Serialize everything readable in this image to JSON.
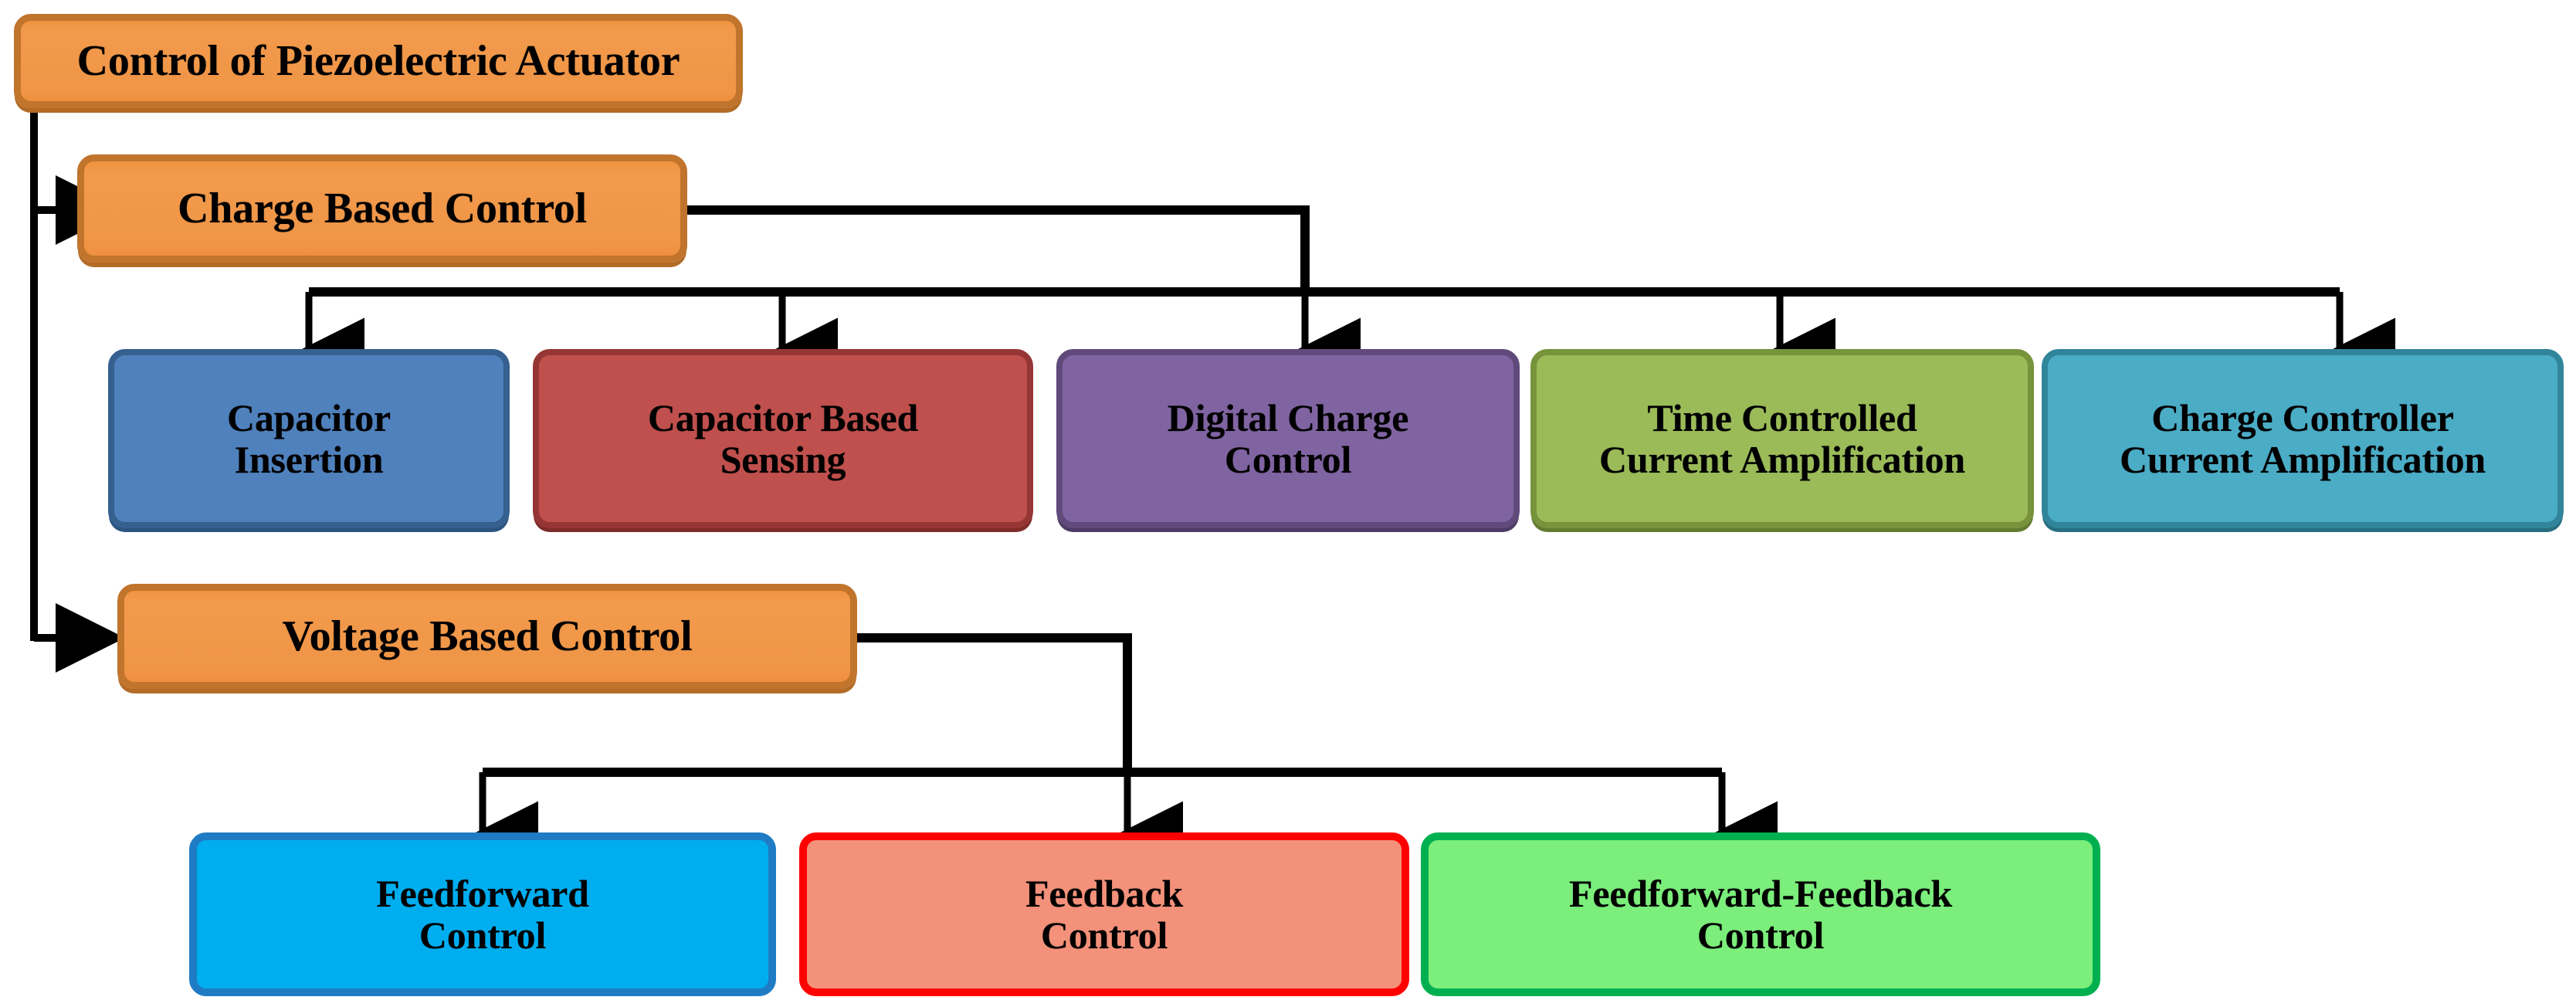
{
  "diagram": {
    "title": "Control of Piezoelectric Actuator",
    "type": "tree-flowchart",
    "root": {
      "id": "root",
      "label": "Control of Piezoelectric Actuator",
      "fill": "#F0954A",
      "border": "#C1742C"
    },
    "branches": [
      {
        "id": "charge",
        "label": "Charge Based Control",
        "fill": "#F0954A",
        "border": "#C1742C"
      },
      {
        "id": "voltage",
        "label": "Voltage Based Control",
        "fill": "#F0954A",
        "border": "#C1742C"
      }
    ],
    "charge_children": [
      {
        "id": "capacitor-insertion",
        "line1": "Capacitor",
        "line2": "Insertion",
        "fill": "#4F81BD",
        "border": "#35608F"
      },
      {
        "id": "capacitor-based-sensing",
        "line1": "Capacitor Based",
        "line2": "Sensing",
        "fill": "#C0504D",
        "border": "#963634"
      },
      {
        "id": "digital-charge-control",
        "line1": "Digital Charge",
        "line2": "Control",
        "fill": "#8064A2",
        "border": "#604A7B"
      },
      {
        "id": "time-controlled-current-amp",
        "line1": "Time Controlled",
        "line2": "Current Amplification",
        "fill": "#9BBB59",
        "border": "#77933C"
      },
      {
        "id": "charge-controller-current-amp",
        "line1": "Charge Controller",
        "line2": "Current Amplification",
        "fill": "#4BACC6",
        "border": "#31859B"
      }
    ],
    "voltage_children": [
      {
        "id": "feedforward-control",
        "line1": "Feedforward",
        "line2": "Control",
        "fill": "#00AEEF",
        "border": "#1F7CC4"
      },
      {
        "id": "feedback-control",
        "line1": "Feedback",
        "line2": "Control",
        "fill": "#F4917A",
        "border": "#FF0000"
      },
      {
        "id": "feedforward-feedback-control",
        "line1": "Feedforward-Feedback",
        "line2": "Control",
        "fill": "#7BEE7B",
        "border": "#00B050"
      }
    ],
    "connector_color": "#000000",
    "background": "#FFFFFF"
  }
}
